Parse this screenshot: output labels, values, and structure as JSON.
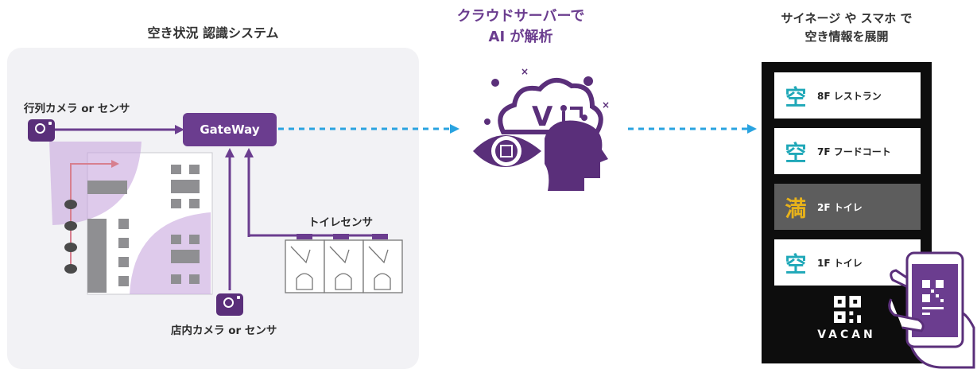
{
  "left": {
    "title": "空き状況 認識システム",
    "queue_label": "行列カメラ or センサ",
    "gateway_label": "GateWay",
    "toilet_label": "トイレセンサ",
    "store_label": "店内カメラ or センサ"
  },
  "middle": {
    "title_line1": "クラウドサーバーで",
    "title_line2": "AI が解析"
  },
  "right": {
    "title_line1": "サイネージ や スマホ で",
    "title_line2": "空き情報を展開",
    "rows": [
      {
        "status": "空",
        "text": "8F レストラン",
        "color": "#1fa8b8"
      },
      {
        "status": "空",
        "text": "7F フードコート",
        "color": "#1fa8b8"
      },
      {
        "status": "満",
        "text": "2F トイレ",
        "color": "#e8b21a"
      },
      {
        "status": "空",
        "text": "1F トイレ",
        "color": "#1fa8b8"
      }
    ],
    "brand": "VACAN"
  },
  "colors": {
    "accent": "#6b3d8f",
    "arrow": "#29a3e0",
    "panel": "#f2f2f5"
  }
}
